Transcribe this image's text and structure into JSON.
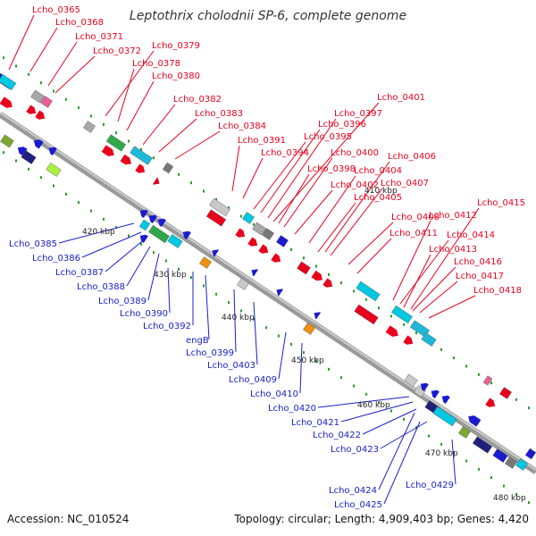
{
  "title": "Leptothrix cholodnii SP-6, complete genome",
  "footer": {
    "accession": "Accession: NC_010524",
    "topology": "Topology: circular; Length: 4,909,403 bp; Genes: 4,420"
  },
  "colors": {
    "top_label": "#e8001c",
    "bottom_label": "#1a20c8",
    "tick_dot": "#2a9a2a",
    "backbone": "#9a9a9a"
  },
  "kbp_ticks": [
    "410 kbp",
    "420 kbp",
    "430 kbp",
    "440 kbp",
    "450 kbp",
    "460 kbp",
    "470 kbp",
    "480 kbp"
  ],
  "top_labels": [
    "Lcho_0365",
    "Lcho_0368",
    "Lcho_0371",
    "Lcho_0372",
    "Lcho_0379",
    "Lcho_0378",
    "Lcho_0380",
    "Lcho_0382",
    "Lcho_0383",
    "Lcho_0384",
    "Lcho_0391",
    "Lcho_0394",
    "Lcho_0395",
    "Lcho_0396",
    "Lcho_0397",
    "Lcho_0401",
    "Lcho_0398",
    "Lcho_0400",
    "Lcho_0402",
    "Lcho_0404",
    "Lcho_0405",
    "Lcho_0406",
    "Lcho_0407",
    "Lcho_0408",
    "Lcho_0411",
    "Lcho_0412",
    "Lcho_0413",
    "Lcho_0414",
    "Lcho_0415",
    "Lcho_0416",
    "Lcho_0417",
    "Lcho_0418"
  ],
  "bottom_labels": [
    "Lcho_0385",
    "Lcho_0386",
    "Lcho_0387",
    "Lcho_0388",
    "Lcho_0389",
    "Lcho_0390",
    "Lcho_0392",
    "engB",
    "Lcho_0399",
    "Lcho_0403",
    "Lcho_0409",
    "Lcho_0410",
    "Lcho_0420",
    "Lcho_0421",
    "Lcho_0422",
    "Lcho_0423",
    "Lcho_0424",
    "Lcho_0425",
    "Lcho_0429"
  ]
}
